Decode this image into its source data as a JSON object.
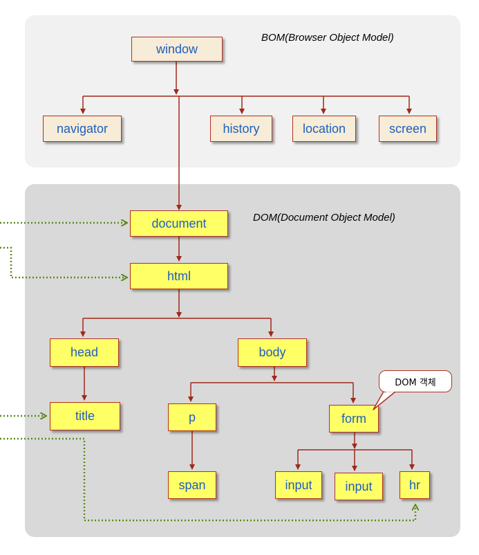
{
  "bom": {
    "title": "BOM(Browser Object Model)",
    "nodes": {
      "window": "window",
      "navigator": "navigator",
      "history": "history",
      "location": "location",
      "screen": "screen"
    }
  },
  "dom": {
    "title": "DOM(Document Object Model)",
    "nodes": {
      "document": "document",
      "html": "html",
      "head": "head",
      "body": "body",
      "title": "title",
      "p": "p",
      "form": "form",
      "span": "span",
      "input1": "input",
      "input2": "input",
      "hr": "hr"
    },
    "callout": "DOM 객체"
  },
  "colors": {
    "bom_panel": "#f1f1f1",
    "dom_panel": "#d9d9d9",
    "bom_node_fill": "#f6ecd7",
    "dom_node_fill": "#ffff66",
    "node_border": "#b03020",
    "node_text": "#1f5fbf",
    "connector": "#a02818",
    "dotted_arrow": "#5a8a1a"
  }
}
